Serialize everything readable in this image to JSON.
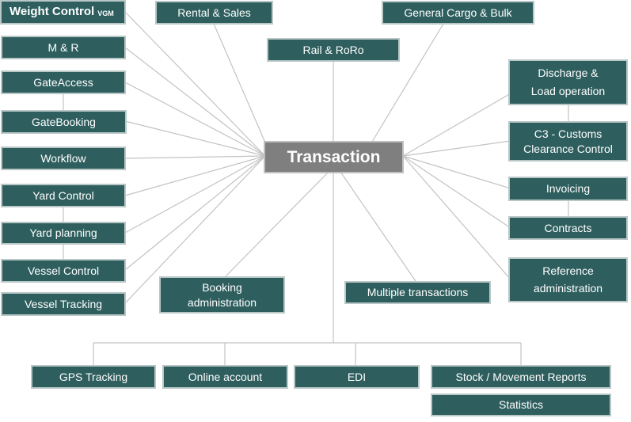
{
  "center": {
    "label": "Transaction"
  },
  "nodes": {
    "weight_control": {
      "main": "Weight Control",
      "sub": "VGM"
    },
    "m_and_r": {
      "label": "M & R"
    },
    "gate_access": {
      "label": "GateAccess"
    },
    "gate_booking": {
      "label": "GateBooking"
    },
    "workflow": {
      "label": "Workflow"
    },
    "yard_control": {
      "label": "Yard Control"
    },
    "yard_planning": {
      "label": "Yard planning"
    },
    "vessel_control": {
      "label": "Vessel Control"
    },
    "vessel_tracking": {
      "label": "Vessel Tracking"
    },
    "rental_sales": {
      "label": "Rental & Sales"
    },
    "rail_roro": {
      "label": "Rail & RoRo"
    },
    "general_cargo": {
      "label": "General Cargo & Bulk"
    },
    "discharge_load": {
      "line1": "Discharge &",
      "line2": "Load operation"
    },
    "c3_customs": {
      "line1": "C3 - Customs",
      "line2": "Clearance Control"
    },
    "invoicing": {
      "label": "Invoicing"
    },
    "contracts": {
      "label": "Contracts"
    },
    "reference_admin": {
      "line1": "Reference",
      "line2": "administration"
    },
    "booking_admin": {
      "line1": "Booking",
      "line2": "administration"
    },
    "multiple_transactions": {
      "label": "Multiple transactions"
    },
    "gps_tracking": {
      "label": "GPS Tracking"
    },
    "online_account": {
      "label": "Online account"
    },
    "edi": {
      "label": "EDI"
    },
    "stock_movement": {
      "label": "Stock / Movement Reports"
    },
    "statistics": {
      "label": "Statistics"
    }
  },
  "colors": {
    "node_fill": "#2e5e5e",
    "node_border": "#b9c7c7",
    "center_fill": "#7f7f7f",
    "connector": "#c3c3c3"
  }
}
